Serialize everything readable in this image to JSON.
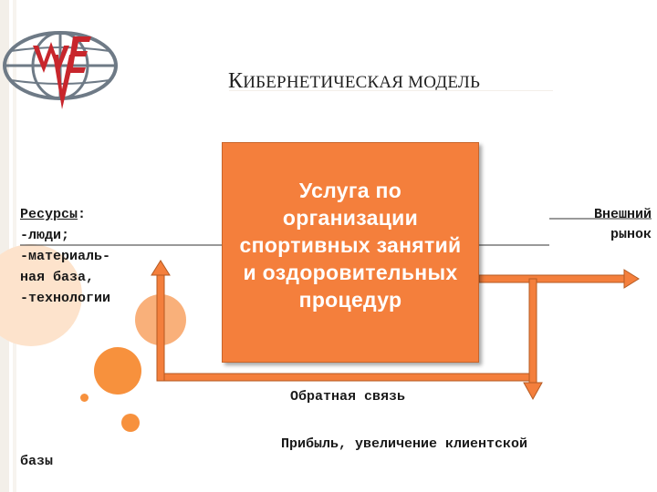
{
  "slide": {
    "title_first": "К",
    "title_rest": "ИБЕРНЕТИЧЕСКАЯ МОДЕЛЬ"
  },
  "logo": {
    "name": "WVE-globe-logo",
    "colors": {
      "red": "#c8262c",
      "grey": "#6e7a86"
    }
  },
  "inputs": {
    "heading": "Ресурсы",
    "heading_suffix": ":",
    "lines": [
      "-люди;",
      "-материаль-",
      "ная база,",
      "-технологии"
    ]
  },
  "process": {
    "lines": [
      "Услуга по",
      "организации",
      "спортивных занятий",
      "и оздоровительных",
      "процедур"
    ]
  },
  "output": {
    "lines": [
      "Внешний",
      "рынок"
    ]
  },
  "feedback": {
    "label": "Обратная связь"
  },
  "result": {
    "label": "Прибыль, увеличение клиентской"
  },
  "footer": {
    "label": "базы"
  },
  "colors": {
    "box": "#f47f3c",
    "arrow": "#f47f3c",
    "accent_circle": "#f7913d"
  }
}
